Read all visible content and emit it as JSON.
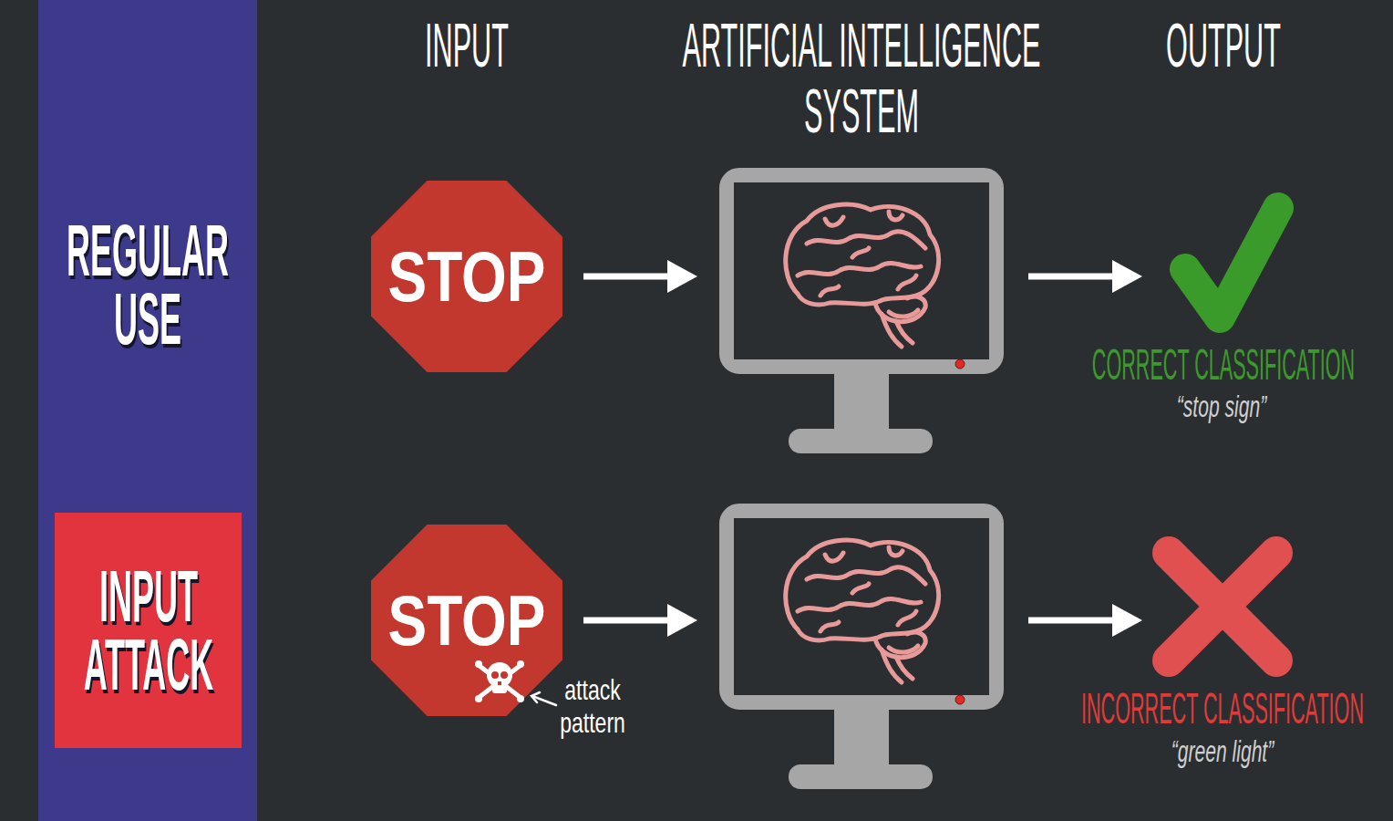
{
  "diagram": {
    "nodes": [
      {
        "text": [
          "REGULAR USE"
        ]
      },
      {
        "text": [
          "INPUT ATTACK"
        ],
        "in": 0
      },
      {
        "text": [
          "STOP"
        ]
      },
      {
        "text": [
          "STOP"
        ]
      }
    ],
    "labels": [
      "INPUT",
      "ARTIFICIAL INTELLIGENCE SYSTEM",
      "OUTPUT",
      "CORRECT CLASSIFICATION",
      "“stop sign”",
      "attack pattern",
      "INCORRECT CLASSIFICATION",
      "“green light”"
    ]
  }
}
